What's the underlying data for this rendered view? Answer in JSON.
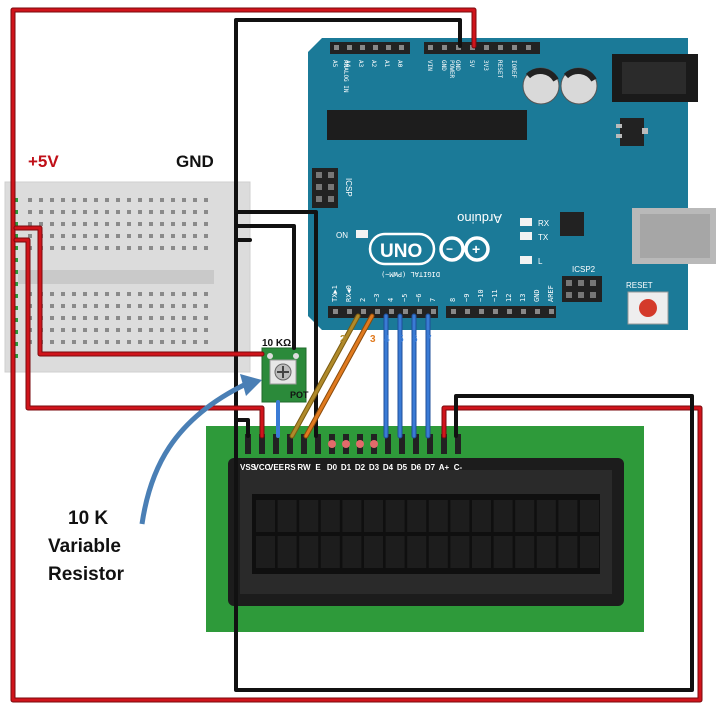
{
  "labels": {
    "plus5v": "+5V",
    "gnd": "GND",
    "pot_value": "10 KΩ",
    "pot": "POT",
    "annotation_line1": "10 K",
    "annotation_line2": "Variable",
    "annotation_line3": "Resistor"
  },
  "arduino": {
    "analog_header": [
      "A5",
      "A4",
      "A3",
      "A2",
      "A1",
      "A0"
    ],
    "analog_title": "ANALOG IN",
    "power_header": [
      "VIN",
      "GND",
      "GND",
      "5V",
      "3V3",
      "RESET",
      "IOREF"
    ],
    "power_title": "POWER",
    "icsp": "ICSP",
    "icsp2": "ICSP2",
    "on": "ON",
    "rx": "RX",
    "tx": "TX",
    "l": "L",
    "uno": "UNO",
    "brand": "Arduino",
    "digital_title": "DIGITAL (PWM~)",
    "digital_pins": [
      "TX▶1",
      "RX◀0",
      "2",
      "~3",
      "4",
      "~5",
      "~6",
      "7",
      "8",
      "~9",
      "~10",
      "~11",
      "12",
      "13",
      "GND",
      "AREF"
    ],
    "reset": "RESET"
  },
  "pin_numbers": [
    "2",
    "3",
    "4",
    "5",
    "6",
    "7"
  ],
  "lcd": {
    "pins": [
      "VSS",
      "VCC",
      "VEE",
      "RS",
      "RW",
      "E",
      "D0",
      "D1",
      "D2",
      "D3",
      "D4",
      "D5",
      "D6",
      "D7",
      "A+",
      "C-"
    ]
  },
  "colors": {
    "red_wire": "#d0141b",
    "black_wire": "#111111",
    "blue_wire": "#3a7bd5",
    "orange_wire": "#e07a1f",
    "olive_wire": "#b08a2a",
    "arduino_board": "#1b7a98",
    "lcd_board": "#2e9a3a",
    "breadboard": "#d9d9d9"
  }
}
